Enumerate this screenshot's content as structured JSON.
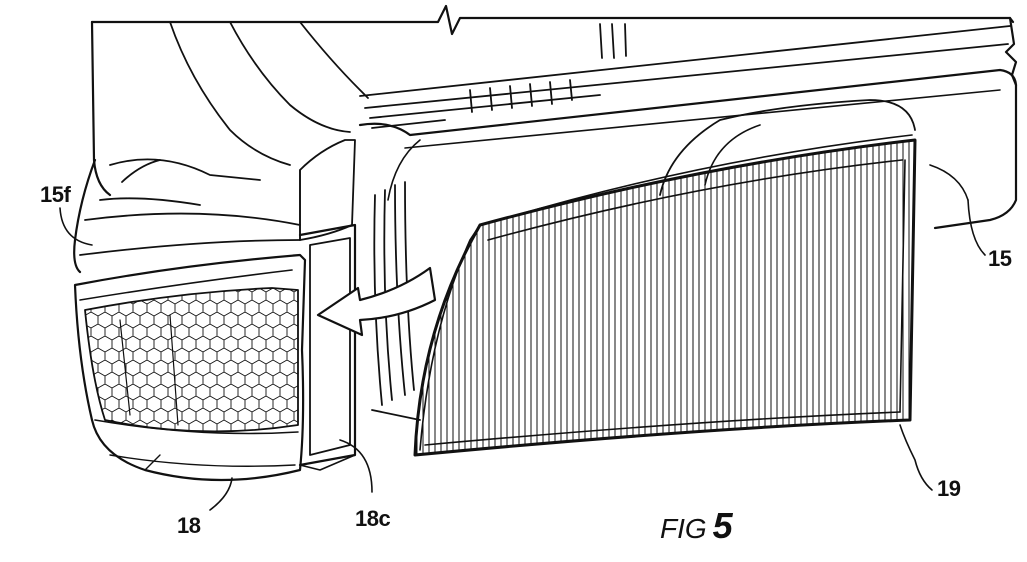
{
  "figure": {
    "caption_word": "FIG",
    "caption_number": "5"
  },
  "labels": {
    "housing_front": "15f",
    "housing": "15",
    "cartridge": "18",
    "cartridge_slot": "18c",
    "filter": "19"
  },
  "colors": {
    "line": "#111111",
    "background": "#ffffff"
  },
  "icons": {
    "insertion_arrow": "curved-arrow-left",
    "break_mark": "zigzag-break"
  }
}
